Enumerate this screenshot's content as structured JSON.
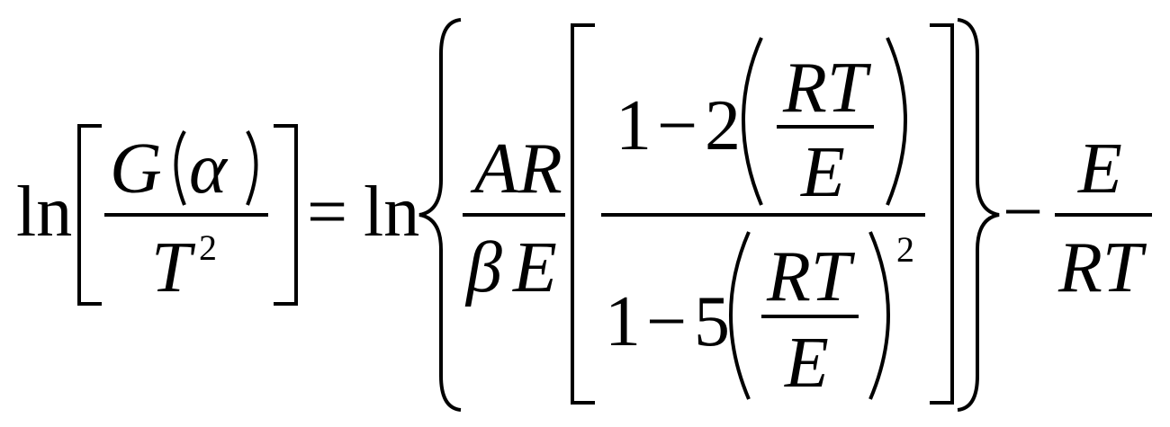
{
  "equation": {
    "lhs": {
      "ln": "ln",
      "numerator": {
        "G": "G",
        "alpha": "α"
      },
      "denominator": {
        "T": "T",
        "exponent": "2"
      }
    },
    "equals": "=",
    "rhs": {
      "ln": "ln",
      "coefficient": {
        "numerator": "AR",
        "denominator_beta": "β",
        "denominator_E": "E"
      },
      "inner_numerator": {
        "one": "1",
        "minus": "−",
        "two": "2",
        "frac_num": "RT",
        "frac_den": "E"
      },
      "inner_denominator": {
        "one": "1",
        "minus": "−",
        "five": "5",
        "frac_num": "RT",
        "frac_den": "E",
        "exponent": "2"
      },
      "minus": "−",
      "last_fraction": {
        "numerator": "E",
        "denominator": "RT"
      }
    }
  }
}
